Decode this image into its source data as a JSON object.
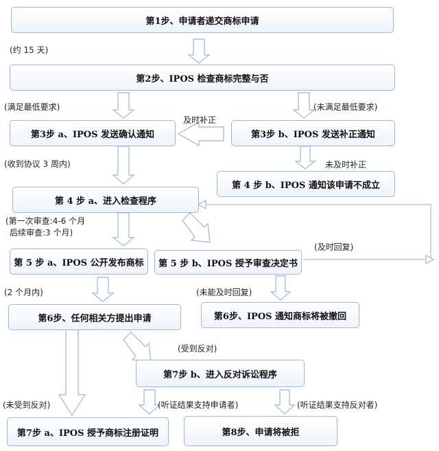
{
  "steps": {
    "s1": "第1步、申请者递交商标申请",
    "s2": "第2步、IPOS 检查商标完整与否",
    "s3a": "第3步 a、IPOS 发送确认通知",
    "s3b": "第3步 b、IPOS 发送补正通知",
    "s4a": "第 4 步 a、进入检查程序",
    "s4b": "第 4 步 b、IPOS 通知该申请不成立",
    "s5a": "第 5 步 a、IPOS 公开发布商标",
    "s5b": "第 5 步 b、IPOS 授予审查决定书",
    "s6": "第6步、任何相关方提出申请",
    "s6b": "第6步、IPOS 通知商标将被撤回",
    "s7b": "第7步 b、进入反对诉讼程序",
    "s7a": "第7步 a、IPOS 授予商标注册证明",
    "s8": "第8步、申请将被拒"
  },
  "notes": {
    "n15": "(约 15 天)",
    "meet": "(满足最低要求)",
    "notmeet": "(未满足最低要求)",
    "corr": "及时补正",
    "notcorr": "未及时补正",
    "recv": "(收到协议 3 周内)",
    "first": "(第一次审查:4-6 个月",
    "follow": "后续审查:3 个月)",
    "reply": "(及时回复)",
    "twomonth": "(2 个月内)",
    "noreply": "(未能及时回复)",
    "opp": "(受到反对)",
    "noopp": "(未受到反对)",
    "supapp": "(听证结果支持申请者)",
    "supopp": "(听证结果支持反对者)"
  }
}
